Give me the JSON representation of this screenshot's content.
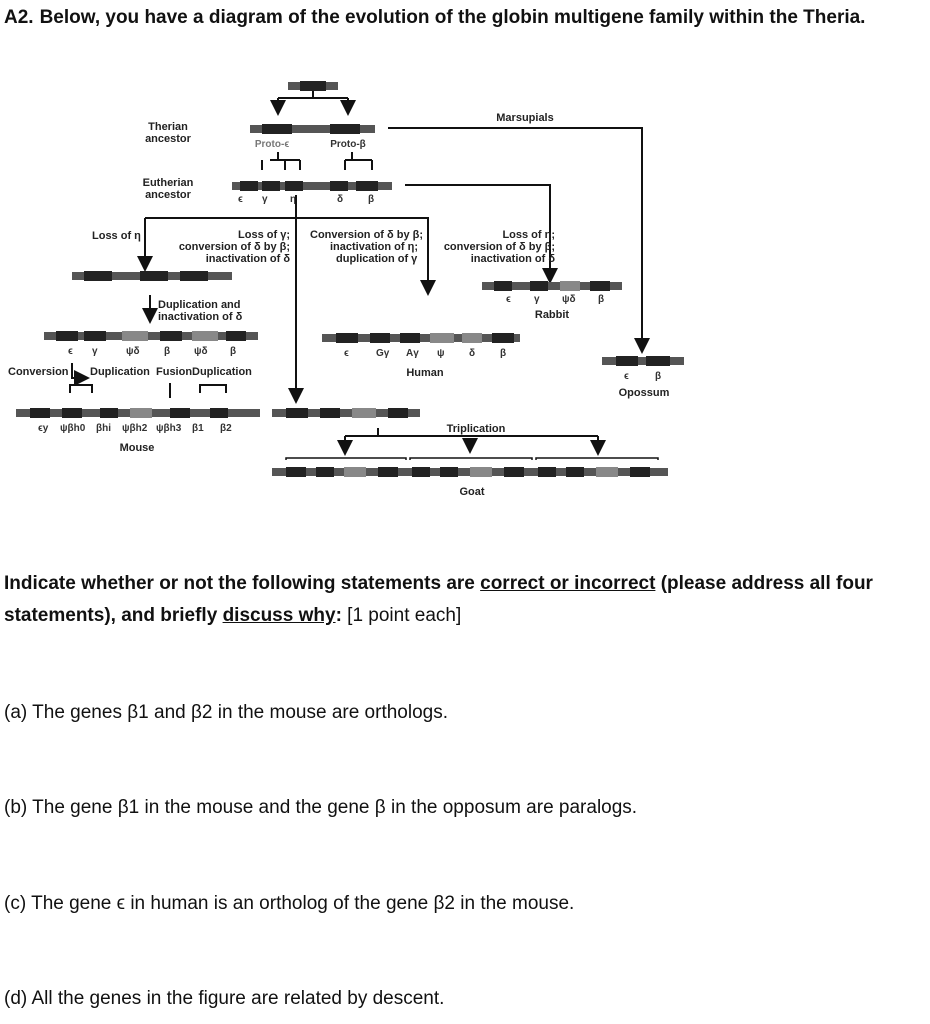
{
  "question": {
    "number": "A2.",
    "title": "Below, you have a diagram of the evolution of the globin multigene family within the Theria."
  },
  "diagram": {
    "therian_ancestor": "Therian\nancestor",
    "eutherian_ancestor": "Eutherian\nancestor",
    "proto_eps": "Proto-ϵ",
    "proto_beta": "Proto-β",
    "marsupials": "Marsupials",
    "eutherian_genes": [
      "ϵ",
      "γ",
      "η",
      "δ",
      "β"
    ],
    "loss_eta": "Loss of η",
    "loss_gamma_event": "Loss of γ;\nconversion of δ by β;\ninactivation of δ",
    "conversion_event": "Conversion of δ by β;\ninactivation of η;\nduplication of γ",
    "rabbit_event": "Loss of η;\nconversion of δ by β;\ninactivation of δ",
    "dup_inact": "Duplication and\ninactivation of δ",
    "mouse_mid_genes": [
      "ϵ",
      "γ",
      "ψδ",
      "β",
      "ψδ",
      "β"
    ],
    "conversion": "Conversion",
    "duplication": "Duplication",
    "fusion": "Fusion",
    "duplication2": "Duplication",
    "mouse_final_genes": [
      "ϵy",
      "ψβh0",
      "βhi",
      "ψβh2",
      "ψβh3",
      "β1",
      "β2"
    ],
    "mouse": "Mouse",
    "human_genes": [
      "ϵ",
      "Gγ",
      "Aγ",
      "ψ",
      "δ",
      "β"
    ],
    "human": "Human",
    "rabbit_genes": [
      "ϵ",
      "γ",
      "ψδ",
      "β"
    ],
    "rabbit": "Rabbit",
    "opossum_genes": [
      "ϵ",
      "β"
    ],
    "opossum": "Opossum",
    "triplication": "Triplication",
    "goat": "Goat"
  },
  "instructions": {
    "lead": "Indicate whether or not the following statements are ",
    "u1": "correct or incorrect",
    "mid": " (please address all four statements), and briefly ",
    "u2": "discuss why",
    "colon": ":",
    "points": " [1 point each]"
  },
  "statements": {
    "a": "(a) The genes β1 and β2 in the mouse are orthologs.",
    "b": "(b) The gene β1 in the mouse and the gene β in the opposum are paralogs.",
    "c": "(c) The gene ϵ in human is an ortholog of the gene β2 in the mouse.",
    "d": "(d) All the genes in the figure are related by descent."
  }
}
